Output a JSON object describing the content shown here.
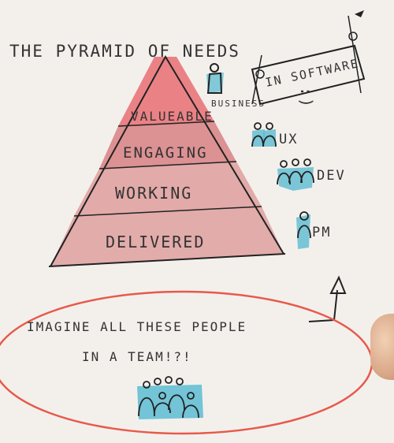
{
  "title": "THE PYRAMID OF NEEDS",
  "pyramid": {
    "levels": [
      {
        "label": "VALUEABLE",
        "color": "#e9757a"
      },
      {
        "label": "ENGAGING",
        "color": "#d9868a"
      },
      {
        "label": "WORKING",
        "color": "#e0a2a2"
      },
      {
        "label": "DELIVERED",
        "color": "#e0a4a4"
      }
    ]
  },
  "roles": {
    "business": "BUSINESS",
    "ux": "UX",
    "dev": "DEV",
    "pm": "PM"
  },
  "sign": {
    "text": "IN SOFTWARE",
    "smiley": ":)"
  },
  "bottom_note": {
    "line1": "IMAGINE ALL THESE PEOPLE",
    "line2": "IN A TEAM!?!"
  },
  "colors": {
    "marker": "#333333",
    "people": "#5bbcd2",
    "ellipse": "#e8594a"
  }
}
